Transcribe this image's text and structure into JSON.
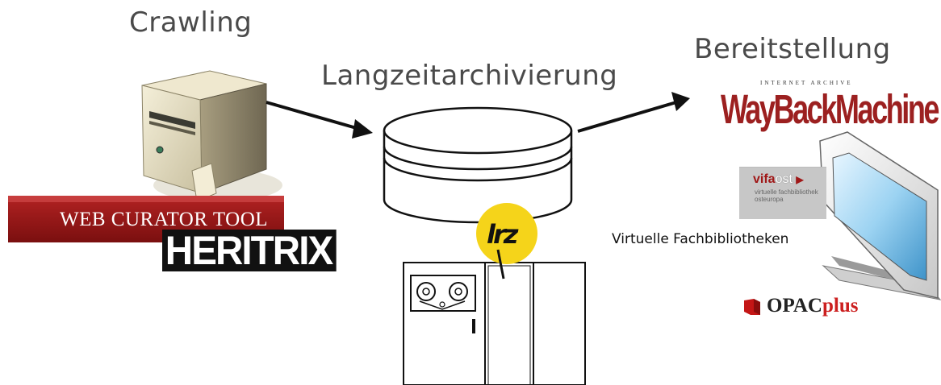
{
  "titles": {
    "crawling": "Crawling",
    "langzeit": "Langzeitarchivierung",
    "bereitstellung": "Bereitstellung"
  },
  "logos": {
    "web_curator_tool": "WEB CURATOR TOOL",
    "heritrix": "HERITRIX",
    "internet_archive": "INTERNET ARCHIVE",
    "wayback": "WayBackMachine",
    "vifa_bold": "vifa",
    "vifa_ost": "ost",
    "vifa_sub": "virtuelle fachbibliothek osteuropa",
    "lrz": "lrz",
    "opac": "OPAC",
    "opac_plus": "plus"
  },
  "labels": {
    "virtuelle_fachbibliotheken": "Virtuelle Fachbibliotheken"
  },
  "icons": [
    "server-icon",
    "globe-icon",
    "database-cylinder-icon",
    "tape-library-icon",
    "monitor-icon",
    "arrow-icon"
  ],
  "colors": {
    "title_gray": "#4a4a4a",
    "wct_red": "#9e1c1c",
    "wayback_red": "#9c2020",
    "lrz_yellow": "#f5d41a",
    "opac_red": "#cc1f1f"
  }
}
